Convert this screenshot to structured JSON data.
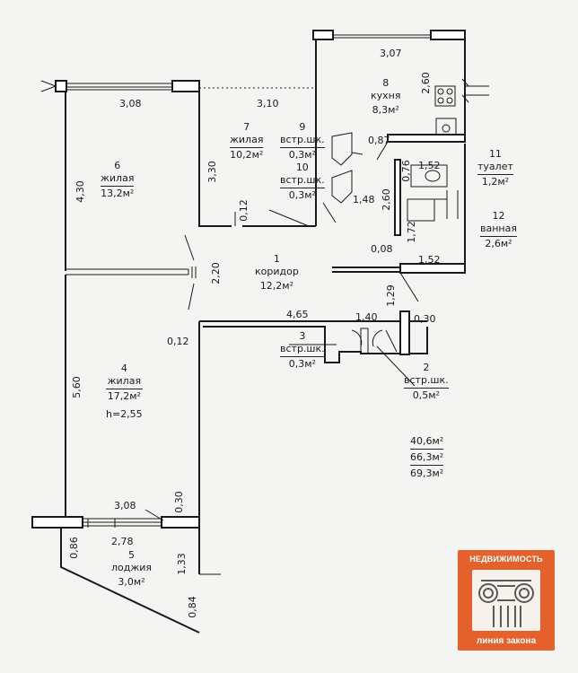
{
  "rooms": {
    "r1": {
      "num": "1",
      "name": "коридор",
      "area": "12,2м²"
    },
    "r2": {
      "num": "2",
      "name": "встр.шк.",
      "area": "0,5м²"
    },
    "r3": {
      "num": "3",
      "name": "встр.шк.",
      "area": "0,3м²"
    },
    "r4": {
      "num": "4",
      "name": "жилая",
      "area": "17,2м²",
      "height": "h=2,55"
    },
    "r5": {
      "num": "5",
      "name": "лоджия",
      "area": "3,0м²"
    },
    "r6": {
      "num": "6",
      "name": "жилая",
      "area": "13,2м²"
    },
    "r7": {
      "num": "7",
      "name": "жилая",
      "area": "10,2м²"
    },
    "r8": {
      "num": "8",
      "name": "кухня",
      "area": "8,3м²"
    },
    "r9": {
      "num": "9",
      "name": "встр.шк.",
      "area": "0,3м²"
    },
    "r10": {
      "num": "10",
      "name": "встр.шк.",
      "area": "0,3м²"
    },
    "r11": {
      "num": "11",
      "name": "туалет",
      "area": "1,2м²"
    },
    "r12": {
      "num": "12",
      "name": "ванная",
      "area": "2,6м²"
    }
  },
  "dims": {
    "d_307": "3,07",
    "d_308_top": "3,08",
    "d_310": "3,10",
    "d_260_kitchen": "2,60",
    "d_087": "0,87",
    "d_430": "4,30",
    "d_330": "3,30",
    "d_012_a": "0,12",
    "d_076": "0,76",
    "d_152_a": "1,52",
    "d_260_b": "2,60",
    "d_148": "1,48",
    "d_172": "1,72",
    "d_008": "0,08",
    "d_152_b": "1,52",
    "d_220": "2,20",
    "d_129": "1,29",
    "d_465": "4,65",
    "d_140": "1,40",
    "d_030_a": "0,30",
    "d_012_b": "0,12",
    "d_560": "5,60",
    "d_308_b": "3,08",
    "d_030_b": "0,30",
    "d_278": "2,78",
    "d_086": "0,86",
    "d_133": "1,33",
    "d_084": "0,84"
  },
  "totals": {
    "t1": "40,6м²",
    "t2": "66,3м²",
    "t3": "69,3м²"
  },
  "logo": {
    "top": "НЕДВИЖИМОСТЬ",
    "bottom": "линия закона"
  },
  "colors": {
    "logo_bg": "#e4612c",
    "line": "#1a1a1a",
    "paper": "#f4f4f2"
  }
}
